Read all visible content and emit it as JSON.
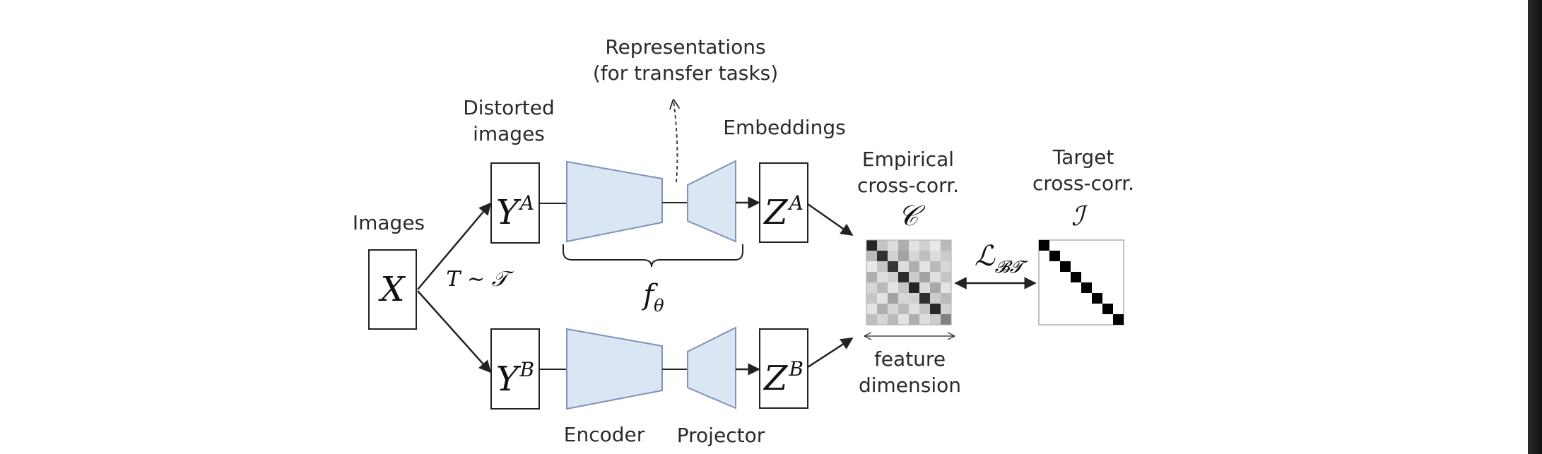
{
  "labels": {
    "images": "Images",
    "distorted_line1": "Distorted",
    "distorted_line2": "images",
    "representations_line1": "Representations",
    "representations_line2": "(for transfer tasks)",
    "embeddings": "Embeddings",
    "empirical_line1": "Empirical",
    "empirical_line2": "cross-corr.",
    "target_line1": "Target",
    "target_line2": "cross-corr.",
    "feature_line1": "feature",
    "feature_line2": "dimension",
    "encoder": "Encoder",
    "projector": "Projector"
  },
  "math": {
    "x": "X",
    "ya_base": "Y",
    "ya_sup": "A",
    "yb_base": "Y",
    "yb_sup": "B",
    "za_base": "Z",
    "za_sup": "A",
    "zb_base": "Z",
    "zb_sup": "B",
    "transform": "T ∼ 𝒯",
    "f_base": "f",
    "f_sub": "θ",
    "c_symbol": "𝒞",
    "i_symbol": "ℐ",
    "loss_base": "ℒ",
    "loss_sub": "𝓑𝓣"
  },
  "matrix": {
    "size": 8,
    "empirical_gray": [
      [
        0.95,
        0.25,
        0.15,
        0.35,
        0.12,
        0.2,
        0.1,
        0.3
      ],
      [
        0.3,
        0.9,
        0.2,
        0.4,
        0.18,
        0.28,
        0.15,
        0.22
      ],
      [
        0.1,
        0.25,
        0.88,
        0.15,
        0.35,
        0.12,
        0.3,
        0.18
      ],
      [
        0.35,
        0.15,
        0.2,
        0.92,
        0.22,
        0.4,
        0.14,
        0.25
      ],
      [
        0.18,
        0.3,
        0.12,
        0.25,
        0.95,
        0.16,
        0.38,
        0.12
      ],
      [
        0.25,
        0.12,
        0.4,
        0.18,
        0.2,
        0.9,
        0.22,
        0.3
      ],
      [
        0.12,
        0.35,
        0.18,
        0.3,
        0.14,
        0.25,
        0.93,
        0.2
      ],
      [
        0.28,
        0.18,
        0.3,
        0.12,
        0.35,
        0.15,
        0.22,
        0.55
      ]
    ],
    "target_gray": "identity"
  },
  "colors": {
    "trapezoid_fill": "#dbe6f4",
    "trapezoid_stroke": "#8899bb",
    "line": "#222222"
  }
}
